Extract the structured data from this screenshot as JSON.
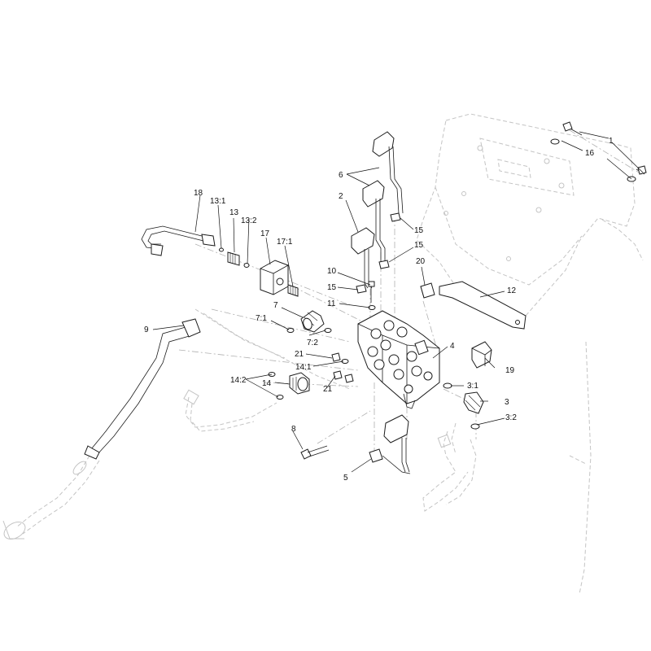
{
  "callouts": [
    {
      "id": "c1",
      "label": "1"
    },
    {
      "id": "c16",
      "label": "16"
    },
    {
      "id": "c6",
      "label": "6"
    },
    {
      "id": "c2",
      "label": "2"
    },
    {
      "id": "c15a",
      "label": "15"
    },
    {
      "id": "c15b",
      "label": "15"
    },
    {
      "id": "c15c",
      "label": "15"
    },
    {
      "id": "c18",
      "label": "18"
    },
    {
      "id": "c13-1",
      "label": "13:1"
    },
    {
      "id": "c13",
      "label": "13"
    },
    {
      "id": "c13-2",
      "label": "13:2"
    },
    {
      "id": "c17",
      "label": "17"
    },
    {
      "id": "c17-1",
      "label": "17:1"
    },
    {
      "id": "c10",
      "label": "10"
    },
    {
      "id": "c11",
      "label": "11"
    },
    {
      "id": "c20",
      "label": "20"
    },
    {
      "id": "c12",
      "label": "12"
    },
    {
      "id": "c7",
      "label": "7"
    },
    {
      "id": "c7-1",
      "label": "7:1"
    },
    {
      "id": "c7-2",
      "label": "7:2"
    },
    {
      "id": "c9",
      "label": "9"
    },
    {
      "id": "c4",
      "label": "4"
    },
    {
      "id": "c19",
      "label": "19"
    },
    {
      "id": "c21a",
      "label": "21"
    },
    {
      "id": "c21b",
      "label": "21"
    },
    {
      "id": "c14-1",
      "label": "14:1"
    },
    {
      "id": "c14-2",
      "label": "14:2"
    },
    {
      "id": "c14",
      "label": "14"
    },
    {
      "id": "c3-1",
      "label": "3:1"
    },
    {
      "id": "c3",
      "label": "3"
    },
    {
      "id": "c3-2",
      "label": "3:2"
    },
    {
      "id": "c8",
      "label": "8"
    },
    {
      "id": "c5",
      "label": "5"
    }
  ],
  "colors": {
    "ink": "#111111",
    "ghost": "#c4c4c4",
    "background": "#ffffff"
  }
}
